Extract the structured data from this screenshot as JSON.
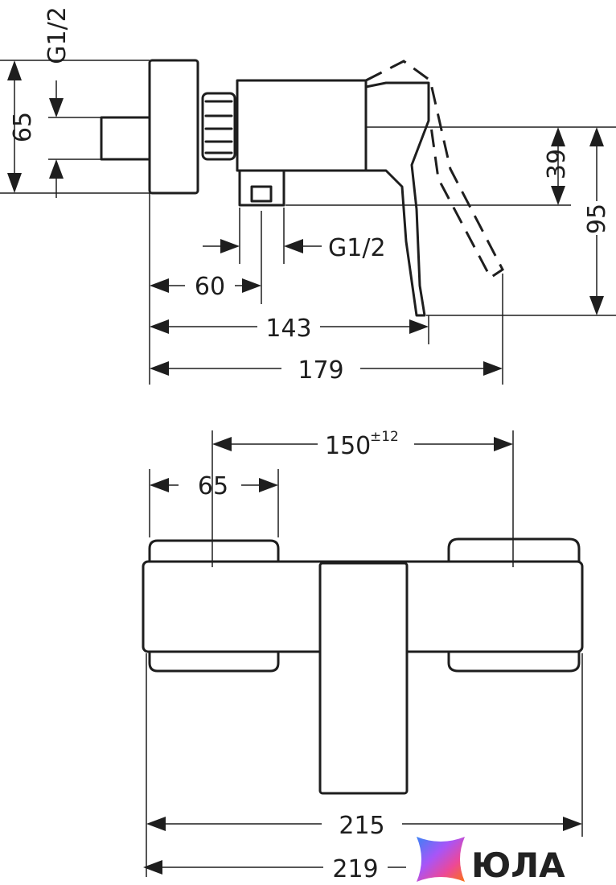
{
  "side_view": {
    "inlet_thread": "G1/2",
    "wall_height": "65",
    "outlet_thread": "G1/2",
    "outlet_offset": "60",
    "projection": "143",
    "total_depth": "179",
    "lever_rise": "39",
    "lever_height": "95"
  },
  "front_view": {
    "center_distance": "150",
    "center_tolerance": "±12",
    "flange_width": "65",
    "body_width": "215",
    "total_width": "219"
  },
  "logo": {
    "text": "ЮЛА",
    "colors": [
      "#3b82f6",
      "#a855f7",
      "#ec4899",
      "#f97316"
    ]
  }
}
